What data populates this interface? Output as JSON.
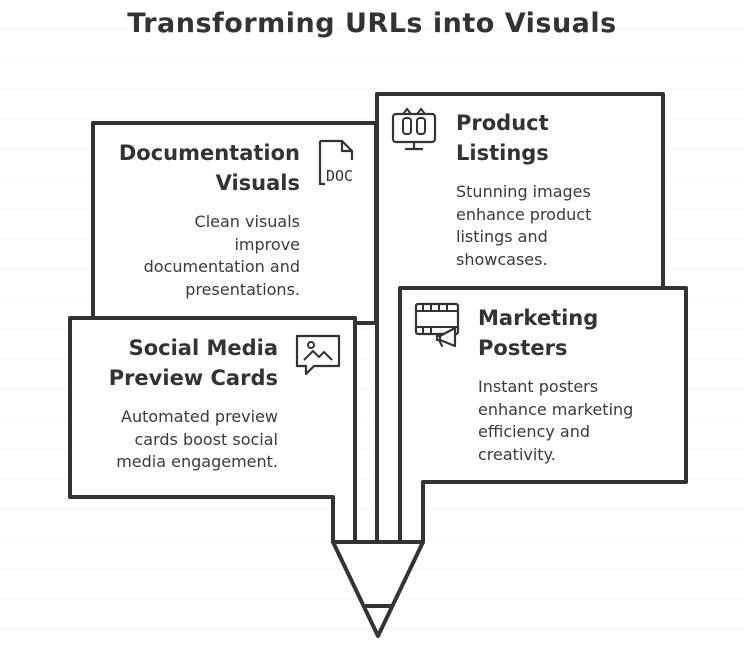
{
  "title": "Transforming URLs into Visuals",
  "cards": {
    "documentation": {
      "heading": [
        "Documentation",
        "Visuals"
      ],
      "description": [
        "Clean visuals",
        "improve",
        "documentation and",
        "presentations."
      ],
      "icon": "doc-icon",
      "icon_label": "DOC"
    },
    "product": {
      "heading": [
        "Product",
        "Listings"
      ],
      "description": [
        "Stunning images",
        "enhance product",
        "listings and",
        "showcases."
      ],
      "icon": "product-display-icon"
    },
    "social": {
      "heading": [
        "Social Media",
        "Preview Cards"
      ],
      "description": [
        "Automated preview",
        "cards boost social",
        "media engagement."
      ],
      "icon": "image-card-icon"
    },
    "marketing": {
      "heading": [
        "Marketing",
        "Posters"
      ],
      "description": [
        "Instant posters",
        "enhance marketing",
        "efficiency and",
        "creativity."
      ],
      "icon": "film-megaphone-icon"
    }
  },
  "colors": {
    "stroke": "#333333",
    "background": "#ffffff"
  }
}
